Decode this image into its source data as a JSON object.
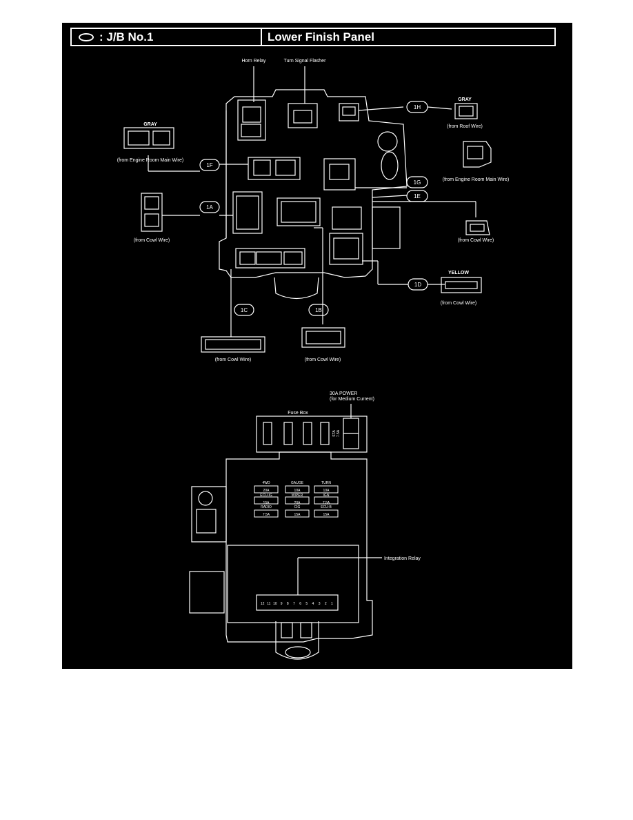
{
  "header": {
    "junction_block": ": J/B No.1",
    "location": "Lower Finish Panel"
  },
  "labels": {
    "horn_relay": "Horn Relay",
    "turn_signal_flasher": "Turn Signal Flasher",
    "gray_left": "GRAY",
    "gray_right": "GRAY",
    "yellow": "YELLOW",
    "from_roof_wire": "(from Roof Wire)",
    "from_engine_room_main_wire_left": "(from Engine Room Main Wire)",
    "from_engine_room_main_wire_right": "(from Engine Room Main Wire)",
    "from_cowl_wire_1a": "(from Cowl Wire)",
    "from_cowl_wire_1e": "(from Cowl Wire)",
    "from_cowl_wire_1d": "(from Cowl Wire)",
    "from_cowl_wire_1c": "(from Cowl Wire)",
    "from_cowl_wire_1b": "(from Cowl Wire)",
    "power_30a_line1": "30A POWER",
    "power_30a_line2": "(for Medium Current)",
    "fuse_box": "Fuse Box",
    "integration_relay": "Integration Relay",
    "sta": "STA",
    "sta_amp": "7.5A"
  },
  "connectors": {
    "c1h": "1H",
    "c1f": "1F",
    "c1g": "1G",
    "c1e": "1E",
    "c1a": "1A",
    "c1d": "1D",
    "c1c": "1C",
    "c1b": "1B"
  },
  "fuses": [
    {
      "name": "4WD",
      "amp": "20A"
    },
    {
      "name": "GAUGE",
      "amp": "10A"
    },
    {
      "name": "TURN",
      "amp": "10A"
    },
    {
      "name": "ECU-IG",
      "amp": "15A"
    },
    {
      "name": "WIPER",
      "amp": "20A"
    },
    {
      "name": "IGN",
      "amp": "7.5A"
    },
    {
      "name": "RADIO",
      "amp": "7.5A"
    },
    {
      "name": "CIG",
      "amp": "15A"
    },
    {
      "name": "ECU-B",
      "amp": "15A"
    }
  ],
  "relay_pins": [
    "12",
    "11",
    "10",
    "9",
    "8",
    "7",
    "6",
    "5",
    "4",
    "3",
    "2",
    "1"
  ],
  "colors": {
    "background": "#000000",
    "line": "#ffffff",
    "page": "#ffffff"
  }
}
